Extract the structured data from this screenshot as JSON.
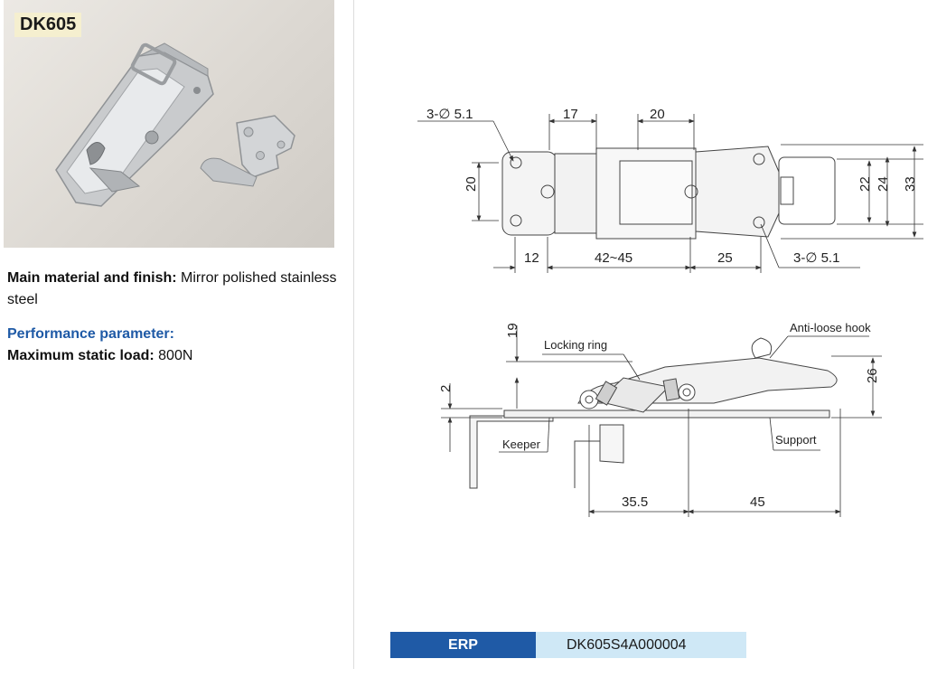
{
  "product": {
    "code": "DK605",
    "photo_description_icon": "latch-photo-icon"
  },
  "specs": {
    "material_label": "Main material and finish:",
    "material_value": "Mirror polished stainless steel",
    "performance_label": "Performance parameter:",
    "load_label": "Maximum static load:",
    "load_value": "800N"
  },
  "drawing_top": {
    "hole_left": "3-∅ 5.1",
    "dim_17": "17",
    "dim_20_top": "20",
    "dim_20_side": "20",
    "dim_12": "12",
    "dim_42_45": "42~45",
    "dim_25": "25",
    "hole_right": "3-∅ 5.1",
    "dim_22": "22",
    "dim_24": "24",
    "dim_33": "33"
  },
  "drawing_side": {
    "dim_19": "19",
    "dim_2": "2",
    "dim_26": "26",
    "dim_35_5": "35.5",
    "dim_45": "45",
    "locking_ring": "Locking ring",
    "anti_loose_hook": "Anti-loose hook",
    "keeper": "Keeper",
    "support": "Support"
  },
  "erp": {
    "label": "ERP",
    "value": "DK605S4A000004"
  },
  "colors": {
    "accent_blue": "#1f5aa6",
    "erp_value_bg": "#cfe8f6",
    "badge_bg": "#f5efcf"
  }
}
